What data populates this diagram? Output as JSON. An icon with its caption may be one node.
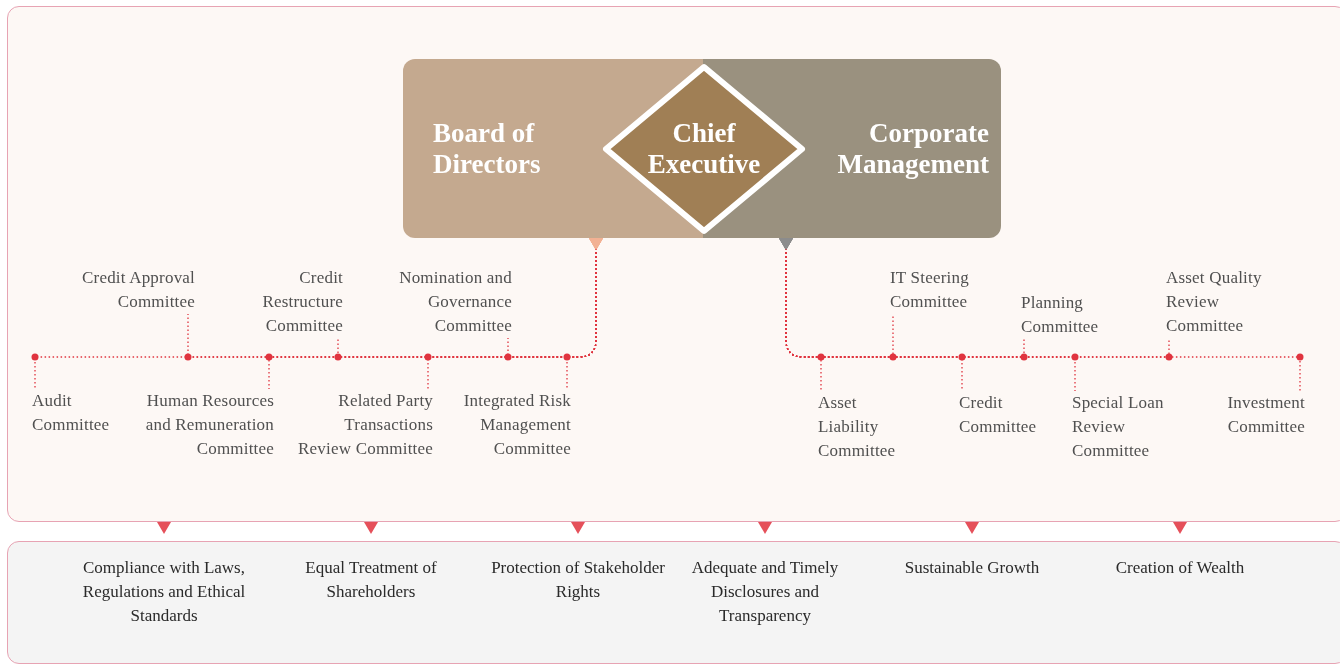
{
  "diagram": {
    "nodes": [
      {
        "text": [],
        "shape": "box"
      },
      {
        "text": [
          "Board of Directors"
        ],
        "in": 0
      },
      {
        "text": [
          "Chief Executive"
        ],
        "in": 0
      },
      {
        "text": [
          "Corporate Management"
        ],
        "in": 0
      },
      {
        "text": [
          "Audit Committee"
        ],
        "in": 0
      },
      {
        "text": [
          "Credit Approval Committee"
        ],
        "in": 0
      },
      {
        "text": [
          "Human Resources and Remuneration Committee"
        ],
        "in": 0
      },
      {
        "text": [
          "Credit Restructure Committee"
        ],
        "in": 0
      },
      {
        "text": [
          "Related Party Transactions Review Committee"
        ],
        "in": 0
      },
      {
        "text": [
          "Nomination and Governance Committee"
        ],
        "in": 0
      },
      {
        "text": [
          "Integrated Risk Management Committee"
        ],
        "in": 0
      },
      {
        "text": [
          "Asset Liability Committee"
        ],
        "in": 0
      },
      {
        "text": [
          "IT Steering Committee"
        ],
        "in": 0
      },
      {
        "text": [
          "Credit Committee"
        ],
        "in": 0
      },
      {
        "text": [
          "Planning Committee"
        ],
        "in": 0
      },
      {
        "text": [
          "Special Loan Review Committee"
        ],
        "in": 0
      },
      {
        "text": [
          "Asset Quality Review Committee"
        ],
        "in": 0
      },
      {
        "text": [
          "Investment Committee"
        ],
        "in": 0
      },
      {
        "text": [],
        "shape": "box"
      },
      {
        "text": [
          "Compliance with Laws, Regulations and Ethical Standards"
        ],
        "in": 18
      },
      {
        "text": [
          "Equal Treatment of Shareholders"
        ],
        "in": 18
      },
      {
        "text": [
          "Protection of Stakeholder Rights"
        ],
        "in": 18
      },
      {
        "text": [
          "Adequate and Timely Disclosures and Transparency"
        ],
        "in": 18
      },
      {
        "text": [
          "Sustainable Growth"
        ],
        "in": 18
      },
      {
        "text": [
          "Creation of Wealth"
        ],
        "in": 18
      }
    ],
    "edges": [
      {
        "from": 4,
        "to": 1,
        "arrow": "to",
        "style": "dashed",
        "color": "#e0343f"
      },
      {
        "from": 5,
        "to": 1,
        "arrow": "to",
        "style": "dashed",
        "color": "#e0343f"
      },
      {
        "from": 6,
        "to": 1,
        "arrow": "to",
        "style": "dashed",
        "color": "#e0343f"
      },
      {
        "from": 7,
        "to": 1,
        "arrow": "to",
        "style": "dashed",
        "color": "#e0343f"
      },
      {
        "from": 8,
        "to": 1,
        "arrow": "to",
        "style": "dashed",
        "color": "#e0343f"
      },
      {
        "from": 9,
        "to": 1,
        "arrow": "to",
        "style": "dashed",
        "color": "#e0343f"
      },
      {
        "from": 10,
        "to": 1,
        "arrow": "to",
        "style": "dashed",
        "color": "#e0343f"
      },
      {
        "from": 11,
        "to": 3,
        "arrow": "to",
        "style": "dashed",
        "color": "#e0343f"
      },
      {
        "from": 12,
        "to": 3,
        "arrow": "to",
        "style": "dashed",
        "color": "#e0343f"
      },
      {
        "from": 13,
        "to": 3,
        "arrow": "to",
        "style": "dashed",
        "color": "#e0343f"
      },
      {
        "from": 14,
        "to": 3,
        "arrow": "to",
        "style": "dashed",
        "color": "#e0343f"
      },
      {
        "from": 15,
        "to": 3,
        "arrow": "to",
        "style": "dashed",
        "color": "#e0343f"
      },
      {
        "from": 16,
        "to": 3,
        "arrow": "to",
        "style": "dashed",
        "color": "#e0343f"
      },
      {
        "from": 17,
        "to": 3,
        "arrow": "to",
        "style": "dashed",
        "color": "#e0343f"
      },
      {
        "from": 19,
        "to": 0,
        "arrow": "to"
      },
      {
        "from": 20,
        "to": 0,
        "arrow": "to"
      },
      {
        "from": 21,
        "to": 0,
        "arrow": "to"
      },
      {
        "from": 22,
        "to": 0,
        "arrow": "to"
      },
      {
        "from": 23,
        "to": 0,
        "arrow": "to"
      },
      {
        "from": 24,
        "to": 0,
        "arrow": "to"
      }
    ]
  }
}
